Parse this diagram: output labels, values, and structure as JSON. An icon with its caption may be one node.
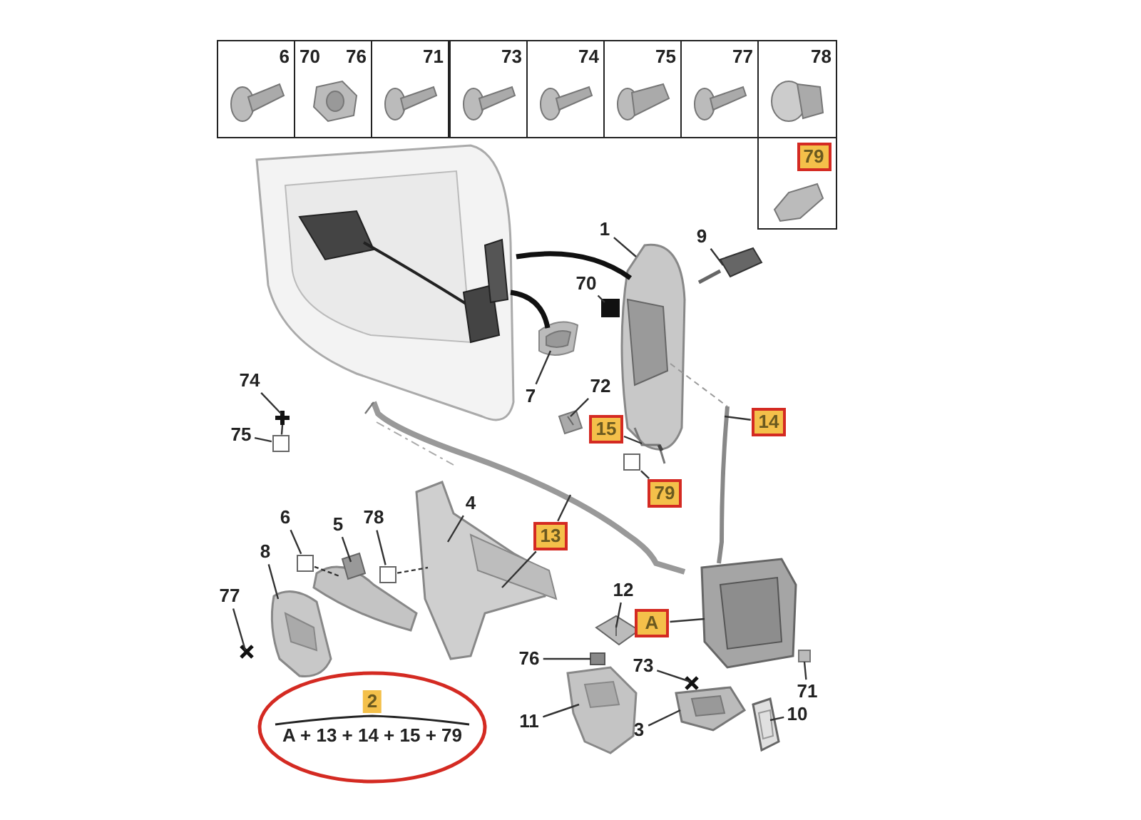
{
  "diagram": {
    "nodes": [
      {
        "text": [
          "1"
        ]
      },
      {
        "text": [
          "9"
        ]
      },
      {
        "text": [
          "70"
        ]
      },
      {
        "text": [
          "7"
        ]
      },
      {
        "text": [
          "74"
        ]
      },
      {
        "text": [
          "75"
        ]
      },
      {
        "text": [
          "72"
        ]
      },
      {
        "text": [
          "15"
        ]
      },
      {
        "text": [
          "14"
        ]
      },
      {
        "text": [
          "79"
        ]
      },
      {
        "text": [
          "6"
        ]
      },
      {
        "text": [
          "5"
        ]
      },
      {
        "text": [
          "78"
        ]
      },
      {
        "text": [
          "4"
        ]
      },
      {
        "text": [
          "13"
        ]
      },
      {
        "text": [
          "8"
        ]
      },
      {
        "text": [
          "77"
        ]
      },
      {
        "text": [
          "12"
        ]
      },
      {
        "text": [
          "A"
        ]
      },
      {
        "text": [
          "76"
        ]
      },
      {
        "text": [
          "73"
        ]
      },
      {
        "text": [
          "71"
        ]
      },
      {
        "text": [
          "11"
        ]
      },
      {
        "text": [
          "3"
        ]
      },
      {
        "text": [
          "10"
        ]
      },
      {
        "text": [
          "2",
          "A + 13 + 14 + 15 + 79"
        ]
      },
      {
        "text": [],
        "shape": "box"
      },
      {
        "text": [],
        "shape": "box"
      },
      {
        "text": [],
        "shape": "box"
      },
      {
        "text": [],
        "shape": "box"
      },
      {
        "text": [
          "79"
        ]
      },
      {
        "text": [],
        "shape": "picture"
      },
      {
        "text": [],
        "shape": "picture"
      },
      {
        "text": [],
        "shape": "box"
      },
      {
        "text": [],
        "shape": "picture"
      },
      {
        "text": [],
        "shape": "picture"
      },
      {
        "text": [],
        "shape": "picture"
      },
      {
        "text": [],
        "shape": "picture"
      },
      {
        "text": [],
        "shape": "picture"
      },
      {
        "text": [],
        "shape": "picture"
      },
      {
        "text": [],
        "shape": "picture"
      },
      {
        "text": [],
        "shape": "picture"
      },
      {
        "text": [],
        "shape": "picture"
      },
      {
        "text": [],
        "shape": "picture"
      },
      {
        "text": [],
        "shape": "picture"
      },
      {
        "text": [],
        "shape": "box"
      },
      {
        "text": [],
        "shape": "picture"
      },
      {
        "text": [],
        "shape": "box"
      },
      {
        "text": [],
        "shape": "picture"
      },
      {
        "text": [],
        "shape": "picture"
      },
      {
        "text": [],
        "shape": "picture"
      },
      {
        "text": [],
        "shape": "picture"
      }
    ],
    "edges": [
      {
        "from": 0,
        "to": 31,
        "arrow": "none"
      },
      {
        "from": 1,
        "to": 32,
        "arrow": "none"
      },
      {
        "from": 2,
        "to": 33,
        "arrow": "none"
      },
      {
        "from": 3,
        "to": 34,
        "arrow": "none"
      },
      {
        "from": 4,
        "to": 35,
        "arrow": "none"
      },
      {
        "from": 5,
        "to": 26,
        "arrow": "none"
      },
      {
        "from": 6,
        "to": 36,
        "arrow": "none"
      },
      {
        "from": 7,
        "to": 37,
        "arrow": "none"
      },
      {
        "from": 8,
        "to": 38,
        "arrow": "none"
      },
      {
        "from": 9,
        "to": 29,
        "arrow": "none"
      },
      {
        "from": 10,
        "to": 27,
        "arrow": "none"
      },
      {
        "from": 11,
        "to": 39,
        "arrow": "none"
      },
      {
        "from": 12,
        "to": 28,
        "arrow": "none"
      },
      {
        "from": 13,
        "to": 40,
        "arrow": "none"
      },
      {
        "from": 14,
        "to": null,
        "arrow": "none"
      },
      {
        "from": 14,
        "to": 40,
        "arrow": "none"
      },
      {
        "from": 15,
        "to": 41,
        "arrow": "none"
      },
      {
        "from": 16,
        "to": 42,
        "arrow": "none"
      },
      {
        "from": 17,
        "to": 43,
        "arrow": "none"
      },
      {
        "from": 18,
        "to": 44,
        "arrow": "none"
      },
      {
        "from": 19,
        "to": 45,
        "arrow": "none"
      },
      {
        "from": 20,
        "to": 46,
        "arrow": "none"
      },
      {
        "from": 21,
        "to": 47,
        "arrow": "none"
      },
      {
        "from": 22,
        "to": 48,
        "arrow": "none"
      },
      {
        "from": 23,
        "to": 49,
        "arrow": "none"
      },
      {
        "from": 24,
        "to": 50,
        "arrow": "none"
      },
      {
        "from": 27,
        "to": 39,
        "arrow": "none",
        "style": "dashed"
      },
      {
        "from": 28,
        "to": 40,
        "arrow": "none",
        "style": "dashed"
      },
      {
        "from": 26,
        "to": 35,
        "arrow": "none"
      },
      {
        "from": 51,
        "to": 31,
        "arrow": "none",
        "style": "thick"
      },
      {
        "from": 51,
        "to": 34,
        "arrow": "none",
        "style": "thick"
      }
    ],
    "labels": [
      "6",
      "70",
      "76",
      "71",
      "73",
      "74",
      "75",
      "77",
      "78"
    ]
  }
}
